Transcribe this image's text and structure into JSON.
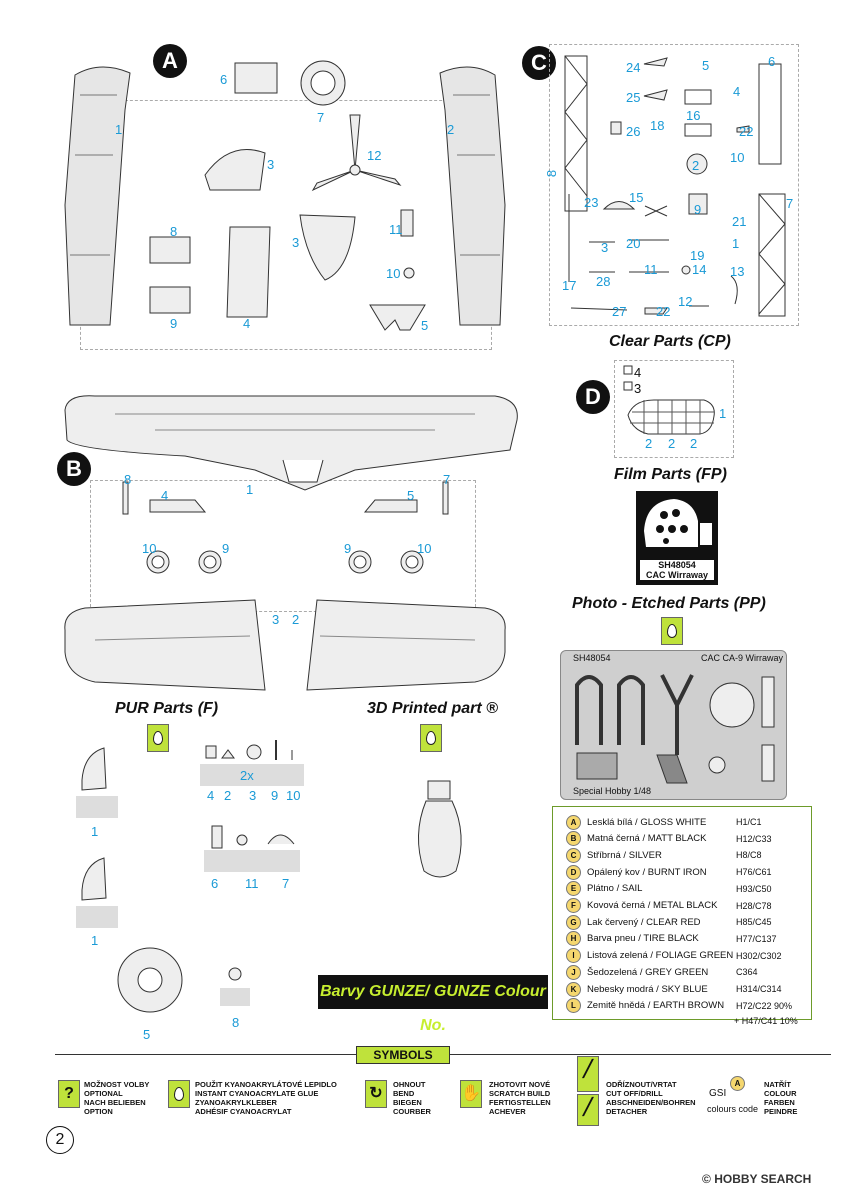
{
  "sprue_letters": {
    "a": "A",
    "b": "B",
    "c": "C",
    "d": "D"
  },
  "titles": {
    "clear": "Clear Parts (CP)",
    "film": "Film Parts (FP)",
    "pe": "Photo - Etched Parts (PP)",
    "pur": "PUR Parts (F)",
    "printed": "3D Printed part ®"
  },
  "sprueA": {
    "p1": "1",
    "p2": "2",
    "p3a": "3",
    "p3b": "3",
    "p4": "4",
    "p5": "5",
    "p6": "6",
    "p7": "7",
    "p8": "8",
    "p9": "9",
    "p10": "10",
    "p11": "11",
    "p12": "12"
  },
  "sprueB": {
    "p1": "1",
    "p2": "2",
    "p3": "3",
    "p4": "4",
    "p5": "5",
    "p7": "7",
    "p8": "8",
    "p9a": "9",
    "p9b": "9",
    "p10a": "10",
    "p10b": "10"
  },
  "sprueC": {
    "p1": "1",
    "p2": "2",
    "p3": "3",
    "p4": "4",
    "p5": "5",
    "p6": "6",
    "p7": "7",
    "p8": "8",
    "p9": "9",
    "p10": "10",
    "p11": "11",
    "p12": "12",
    "p13": "13",
    "p14": "14",
    "p15": "15",
    "p16": "16",
    "p17": "17",
    "p18": "18",
    "p19": "19",
    "p20": "20",
    "p21": "21",
    "p22a": "22",
    "p22b": "22",
    "p23": "23",
    "p24": "24",
    "p25": "25",
    "p26": "26",
    "p27": "27",
    "p28": "28"
  },
  "sprueD": {
    "p1": "1",
    "p2a": "2",
    "p2b": "2",
    "p2c": "2",
    "p3": "3",
    "p4": "4"
  },
  "film": {
    "code": "SH48054",
    "name": "CAC Wirraway"
  },
  "pe": {
    "code": "SH48054",
    "name": "CAC CA-9 Wirraway",
    "maker": "Special Hobby 1/48"
  },
  "pur": {
    "twox": "2x",
    "row1": [
      "4",
      "2",
      "3",
      "9",
      "10"
    ],
    "row2": [
      "6",
      "11",
      "7"
    ],
    "p1a": "1",
    "p1b": "1",
    "p5": "5",
    "p8": "8"
  },
  "gunze_banner": "Barvy GUNZE/ GUNZE Colour No.",
  "colours": [
    {
      "badge": "A",
      "name": "Lesklá bílá / GLOSS WHITE",
      "code": "H1/C1"
    },
    {
      "badge": "B",
      "name": "Matná černá / MATT BLACK",
      "code": "H12/C33"
    },
    {
      "badge": "C",
      "name": "Stříbrná / SILVER",
      "code": "H8/C8"
    },
    {
      "badge": "D",
      "name": "Opálený kov / BURNT IRON",
      "code": "H76/C61"
    },
    {
      "badge": "E",
      "name": "Plátno / SAIL",
      "code": "H93/C50"
    },
    {
      "badge": "F",
      "name": "Kovová černá / METAL BLACK",
      "code": "H28/C78"
    },
    {
      "badge": "G",
      "name": "Lak červený / CLEAR RED",
      "code": "H85/C45"
    },
    {
      "badge": "H",
      "name": "Barva pneu / TIRE BLACK",
      "code": "H77/C137"
    },
    {
      "badge": "I",
      "name": "Listová zelená / FOLIAGE GREEN",
      "code": "H302/C302"
    },
    {
      "badge": "J",
      "name": "Šedozelená / GREY GREEN",
      "code": "C364"
    },
    {
      "badge": "K",
      "name": "Nebesky modrá / SKY BLUE",
      "code": "H314/C314"
    },
    {
      "badge": "L",
      "name": "Zemitě hnědá / EARTH BROWN",
      "code": "H72/C22 90%"
    }
  ],
  "colour_extra": "+ H47/C41 10%",
  "symbols": {
    "header": "SYMBOLS",
    "s1": [
      "MOŽNOST VOLBY",
      "OPTIONAL",
      "NACH BELIEBEN",
      "OPTION"
    ],
    "s2": [
      "POUŽIT KYANOAKRYLÁTOVÉ LEPIDLO",
      "INSTANT CYANOACRYLATE GLUE",
      "ZYANOAKRYLKLEBER",
      "ADHÉSIF CYANOACRYLAT"
    ],
    "s3": [
      "OHNOUT",
      "BEND",
      "BIEGEN",
      "COURBER"
    ],
    "s4": [
      "ZHOTOVIT NOVÉ",
      "SCRATCH BUILD",
      "FERTIGSTELLEN",
      "ACHEVER"
    ],
    "s5": [
      "ODŘÍZNOUT/VRTAT",
      "CUT OFF/DRILL",
      "ABSCHNEIDEN/BOHREN",
      "DETACHER"
    ],
    "gsi": "GSI",
    "colours_code": "colours code",
    "gsi_badge": "A",
    "s6": [
      "NATŘÍT",
      "COLOUR",
      "FARBEN",
      "PEINDRE"
    ]
  },
  "page_number": "2",
  "watermark": "HOBBY SEARCH"
}
